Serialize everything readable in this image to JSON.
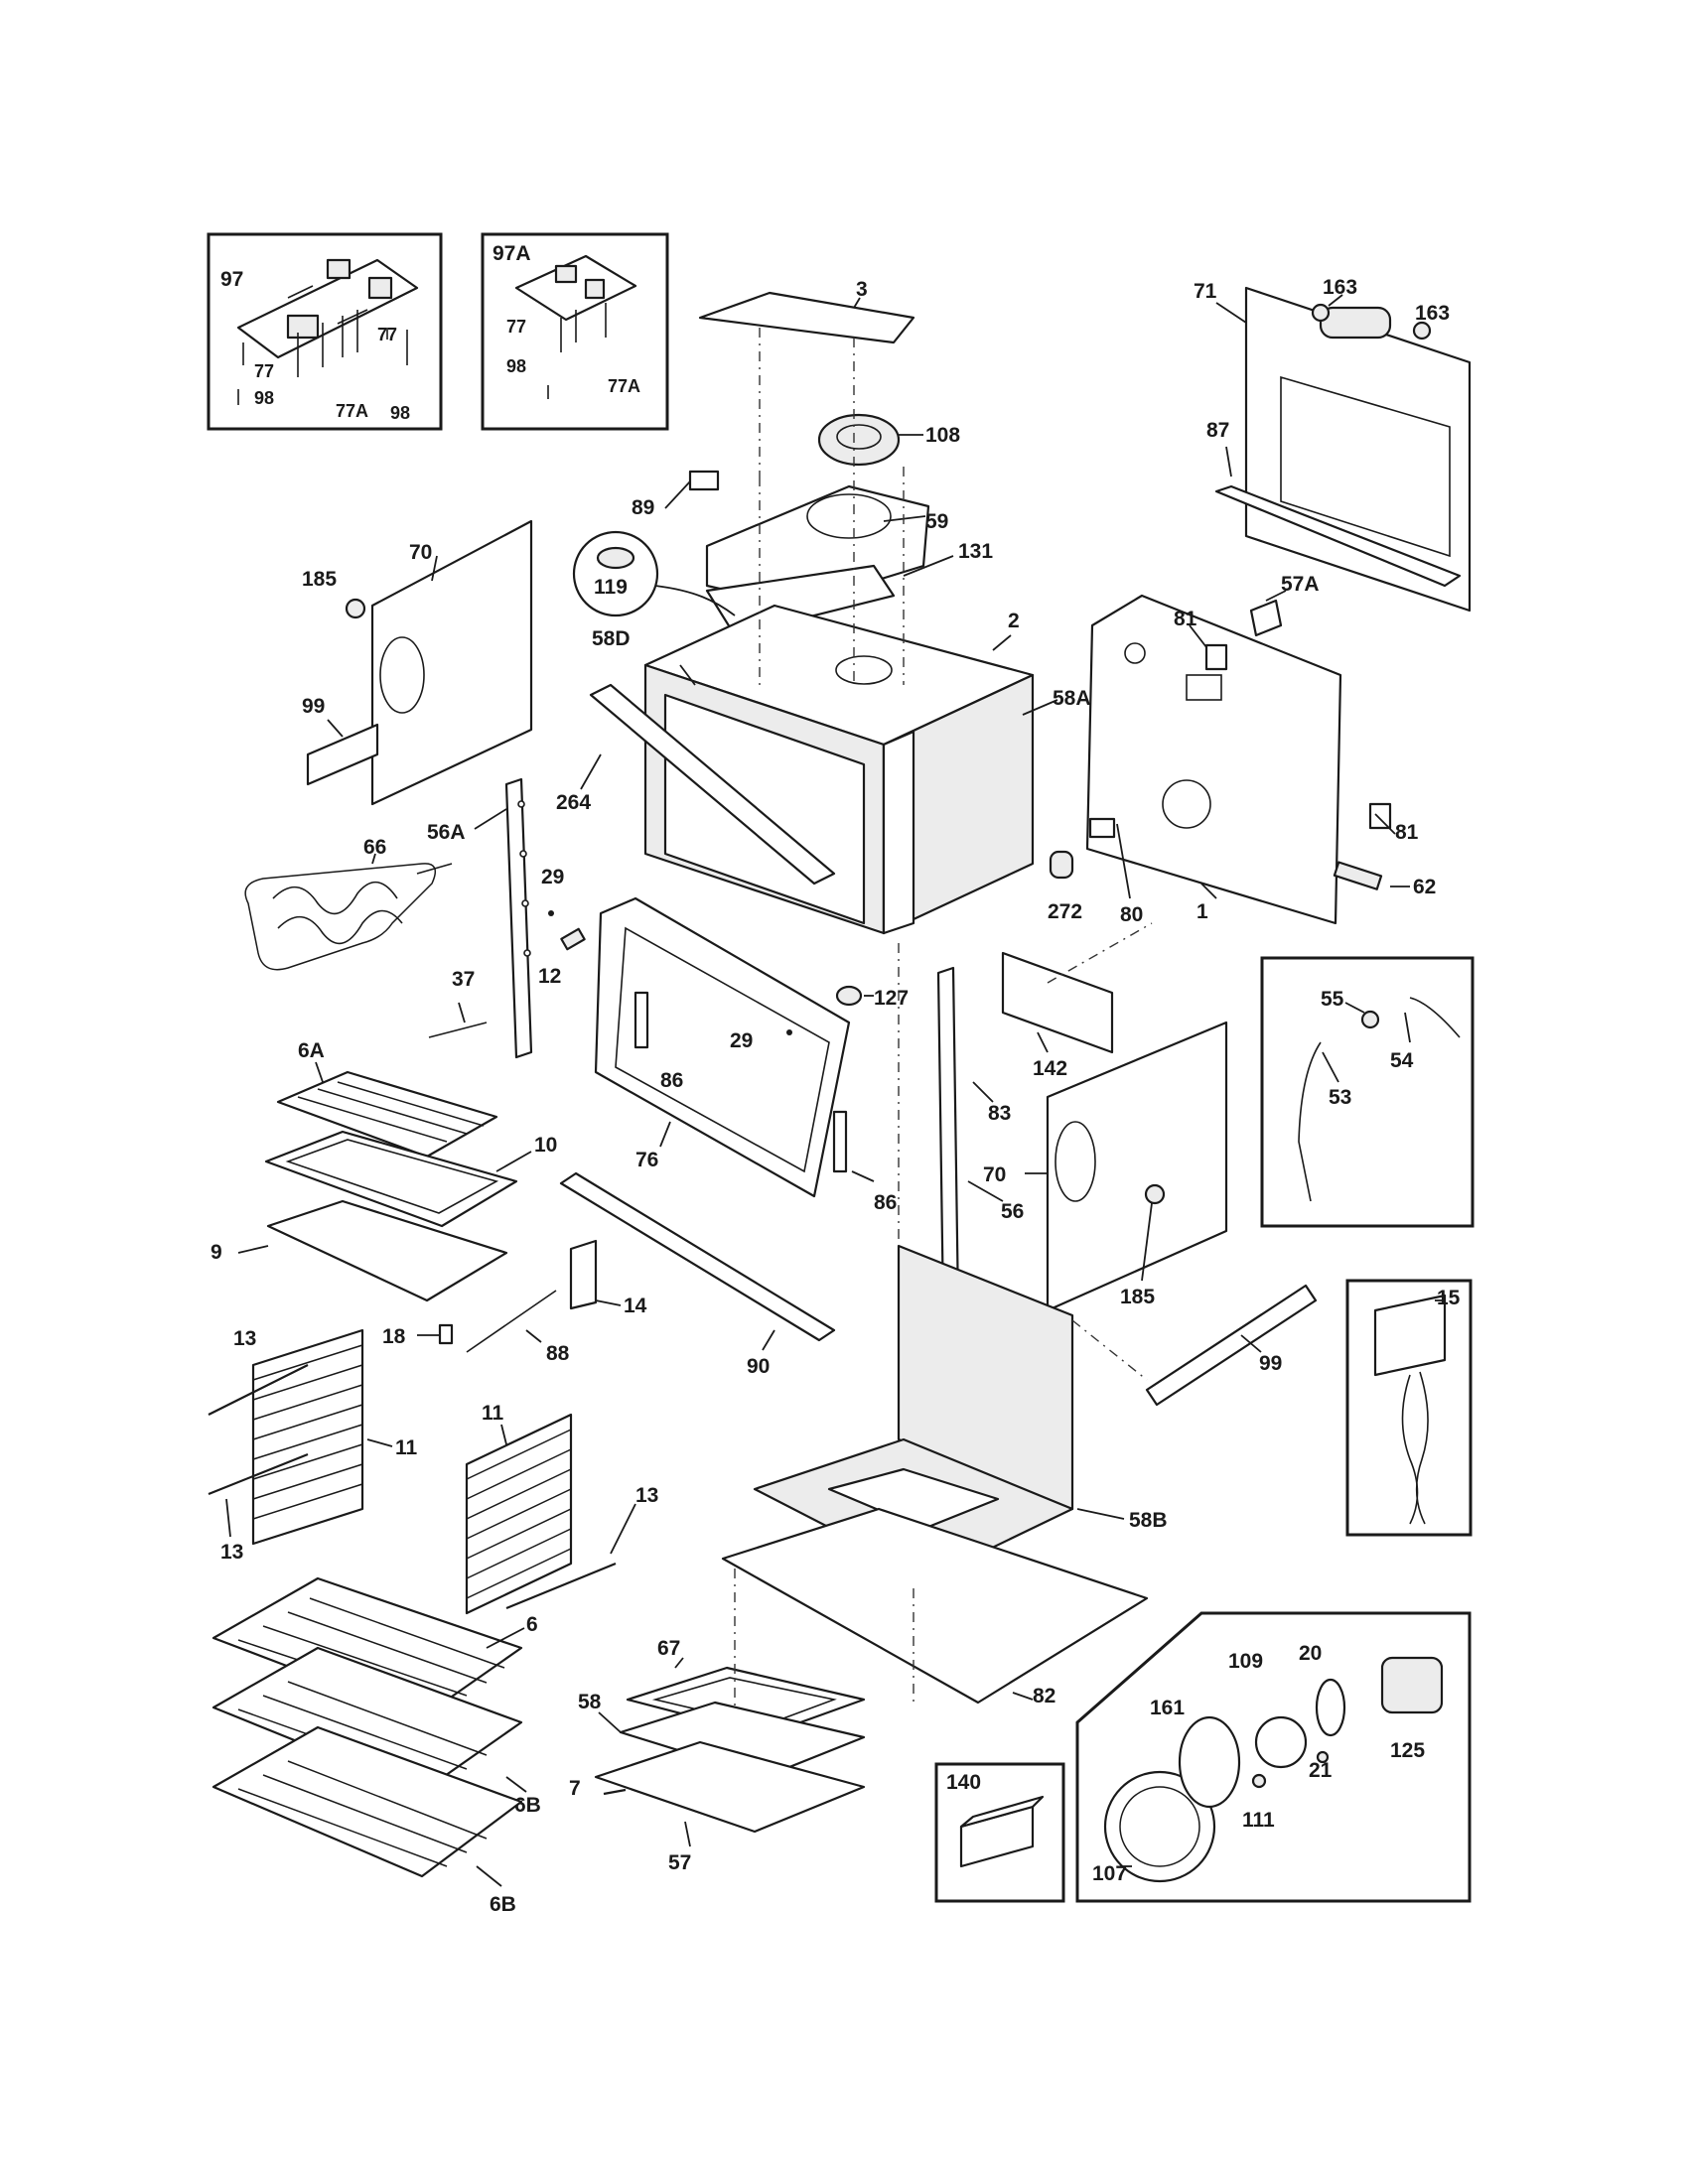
{
  "labels": {
    "l97": "97",
    "l97a": "97A",
    "l77_1": "77",
    "l98_1": "98",
    "l77a_1": "77A",
    "l98_2": "98",
    "l77_2": "77",
    "l77_3": "77",
    "l98_3": "98",
    "l77a_2": "77A",
    "l3": "3",
    "l108": "108",
    "l89": "89",
    "l59": "59",
    "l131": "131",
    "l119": "119",
    "l2": "2",
    "l58d": "58D",
    "l58a": "58A",
    "l264": "264",
    "l56a": "56A",
    "l29_1": "29",
    "l12": "12",
    "l29_2": "29",
    "l127": "127",
    "l86_1": "86",
    "l86_2": "86",
    "l76": "76",
    "l83": "83",
    "l56": "56",
    "l142": "142",
    "l90": "90",
    "l14": "14",
    "l18": "18",
    "l88": "88",
    "l70_1": "70",
    "l185_1": "185",
    "l99_1": "99",
    "l66": "66",
    "l37": "37",
    "l6a": "6A",
    "l10": "10",
    "l9": "9",
    "l13_1": "13",
    "l11_1": "11",
    "l13_2": "13",
    "l11_2": "11",
    "l13_3": "13",
    "l6": "6",
    "l6b_1": "6B",
    "l6b_2": "6B",
    "l163_1": "163",
    "l163_2": "163",
    "l71": "71",
    "l87": "87",
    "l81_1": "81",
    "l57a": "57A",
    "l81_2": "81",
    "l62": "62",
    "l272": "272",
    "l80": "80",
    "l1": "1",
    "l55": "55",
    "l54": "54",
    "l53": "53",
    "l70_2": "70",
    "l185_2": "185",
    "l99_2": "99",
    "l15": "15",
    "l58b": "58B",
    "l82": "82",
    "l67": "67",
    "l58": "58",
    "l7": "7",
    "l57": "57",
    "l140": "140",
    "l20": "20",
    "l109": "109",
    "l161": "161",
    "l21": "21",
    "l125": "125",
    "l111": "111",
    "l107": "107"
  }
}
